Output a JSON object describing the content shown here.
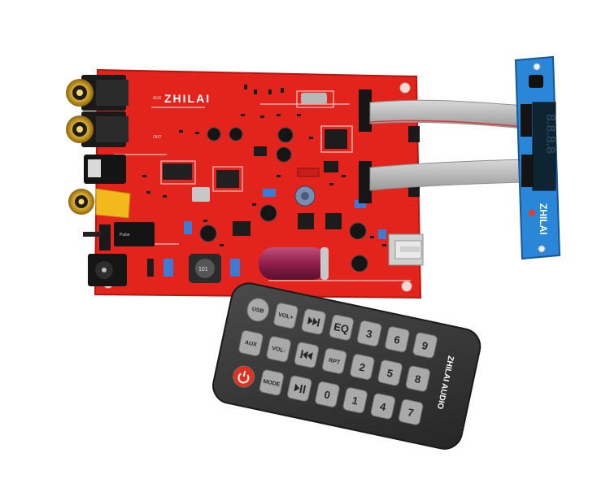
{
  "board": {
    "brand": "ZHILAI",
    "port_labels": [
      "AUX",
      "OUT"
    ],
    "colors": {
      "pcb": "#e3241d",
      "pcb_edge": "#c21812",
      "silk": "#f5e9e6"
    }
  },
  "display_module": {
    "brand": "ZHILAI",
    "colors": {
      "pcb": "#2a86d6",
      "digits": "#16323f"
    }
  },
  "remote": {
    "brand": "ZHILAI AUDIO",
    "colors": {
      "body": "#3a3a3a",
      "key": "#a9a9a9",
      "power": "#e0301f"
    },
    "keys": [
      {
        "row": 0,
        "col": 0,
        "label": "USB",
        "icon": ""
      },
      {
        "row": 0,
        "col": 1,
        "label": "VOL+",
        "icon": ""
      },
      {
        "row": 0,
        "col": 2,
        "label": "",
        "icon": "next-track-icon"
      },
      {
        "row": 0,
        "col": 3,
        "label": "EQ",
        "icon": ""
      },
      {
        "row": 0,
        "col": 4,
        "label": "3",
        "icon": ""
      },
      {
        "row": 0,
        "col": 5,
        "label": "6",
        "icon": ""
      },
      {
        "row": 0,
        "col": 6,
        "label": "9",
        "icon": ""
      },
      {
        "row": 1,
        "col": 0,
        "label": "AUX",
        "icon": ""
      },
      {
        "row": 1,
        "col": 1,
        "label": "VOL-",
        "icon": ""
      },
      {
        "row": 1,
        "col": 2,
        "label": "",
        "icon": "previous-track-icon"
      },
      {
        "row": 1,
        "col": 3,
        "label": "RPT",
        "icon": ""
      },
      {
        "row": 1,
        "col": 4,
        "label": "2",
        "icon": ""
      },
      {
        "row": 1,
        "col": 5,
        "label": "5",
        "icon": ""
      },
      {
        "row": 1,
        "col": 6,
        "label": "8",
        "icon": ""
      },
      {
        "row": 2,
        "col": 0,
        "label": "",
        "icon": "power-icon"
      },
      {
        "row": 2,
        "col": 1,
        "label": "MODE",
        "icon": ""
      },
      {
        "row": 2,
        "col": 2,
        "label": "",
        "icon": "play-pause-icon"
      },
      {
        "row": 2,
        "col": 3,
        "label": "0",
        "icon": ""
      },
      {
        "row": 2,
        "col": 4,
        "label": "1",
        "icon": ""
      },
      {
        "row": 2,
        "col": 5,
        "label": "4",
        "icon": ""
      },
      {
        "row": 2,
        "col": 6,
        "label": "7",
        "icon": ""
      }
    ]
  }
}
